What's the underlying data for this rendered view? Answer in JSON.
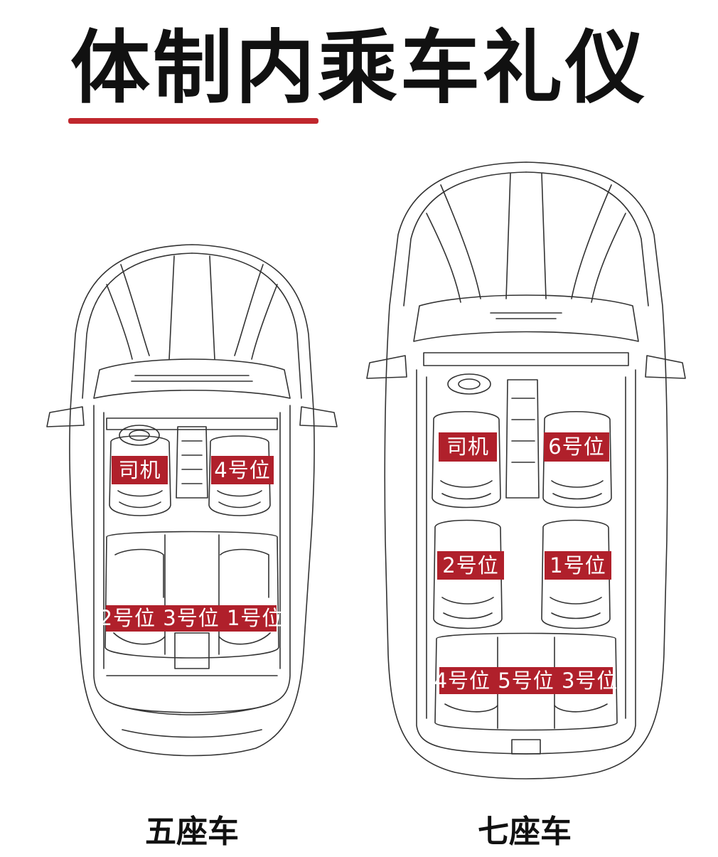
{
  "title": "体制内乘车礼仪",
  "accent_color": "#c0272d",
  "label_color": "#b0202b",
  "five_seat": {
    "caption": "五座车",
    "front": {
      "driver": "司机",
      "passenger": "4号位"
    },
    "rear_row": "2号位 3号位 1号位"
  },
  "seven_seat": {
    "caption": "七座车",
    "front": {
      "driver": "司机",
      "passenger": "6号位"
    },
    "middle": {
      "left": "2号位",
      "right": "1号位"
    },
    "rear_row": "4号位 5号位 3号位"
  }
}
